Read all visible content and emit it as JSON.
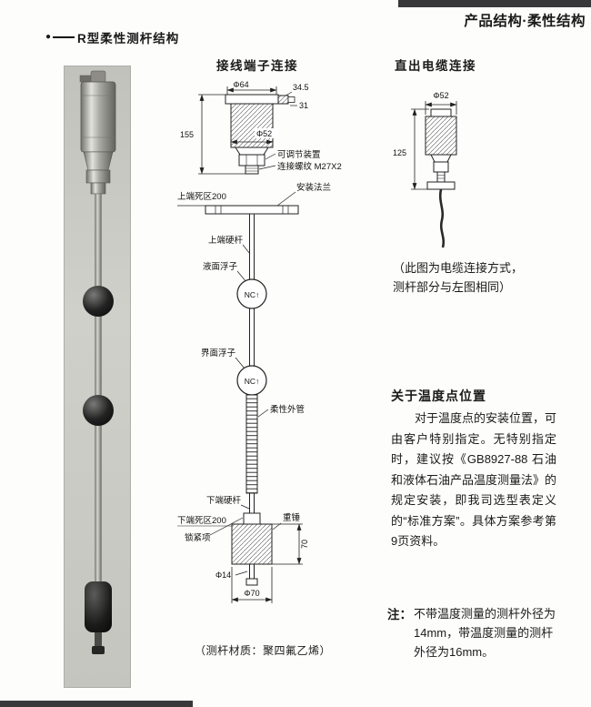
{
  "header": {
    "title": "产品结构·柔性结构"
  },
  "section": {
    "title": "R型柔性测杆结构"
  },
  "terminal_diagram": {
    "title": "接线端子连接",
    "dims": {
      "phi64": "Φ64",
      "d345": "34.5",
      "d31": "31",
      "d155": "155",
      "phi52": "Φ52",
      "d70": "70",
      "phi14": "Φ14",
      "phi70": "Φ70"
    },
    "labels": {
      "adjust_device": "可调节装置",
      "thread": "连接螺纹 M27X2",
      "flange": "安装法兰",
      "top_dead_zone": "上端死区200",
      "top_rod": "上端硬杆",
      "level_float": "液面浮子",
      "nc_upper": "NC↑",
      "interface_float": "界面浮子",
      "nc_lower": "NC↑",
      "flexible_tube": "柔性外管",
      "bottom_rod": "下端硬杆",
      "bottom_dead_zone": "下端死区200",
      "lock_ring": "锁紧项",
      "weight": "重锤"
    },
    "material_note": "（测杆材质：聚四氟乙烯）"
  },
  "cable_diagram": {
    "title": "直出电缆连接",
    "dims": {
      "phi52": "Φ52",
      "d125": "125"
    },
    "note": "（此图为电缆连接方式，测杆部分与左图相同）"
  },
  "temperature": {
    "title": "关于温度点位置",
    "body": "对于温度点的安装位置，可由客户特别指定。无特别指定时，建议按《GB8927-88 石油和液体石油产品温度测量法》的规定安装，即我司选型表定义的“标准方案”。具体方案参考第9页资料。",
    "note_label": "注：",
    "note_body": "不带温度测量的测杆外径为14mm，带温度测量的测杆外径为16mm。"
  }
}
